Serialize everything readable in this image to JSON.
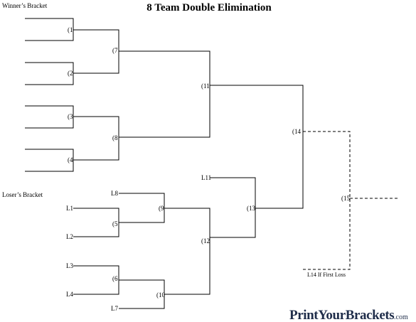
{
  "title": "8 Team Double Elimination",
  "sections": {
    "winners": "Winner’s Bracket",
    "losers": "Loser’s Bracket"
  },
  "games": {
    "g1": "(1",
    "g2": "(2",
    "g3": "(3",
    "g4": "(4",
    "g5": "(5",
    "g6": "(6",
    "g7": "(7",
    "g8": "(8",
    "g9": "(9",
    "g10": "(10",
    "g11": "(11",
    "g12": "(12",
    "g13": "(13",
    "g14": "(14",
    "g15": "(15"
  },
  "loser_slots": {
    "l1": "L1",
    "l2": "L2",
    "l3": "L3",
    "l4": "L4",
    "l7": "L7",
    "l8": "L8",
    "l11": "L11"
  },
  "note": "L14 If First Loss",
  "logo": {
    "main": "PrintYourBrackets",
    "tld": ".com"
  }
}
